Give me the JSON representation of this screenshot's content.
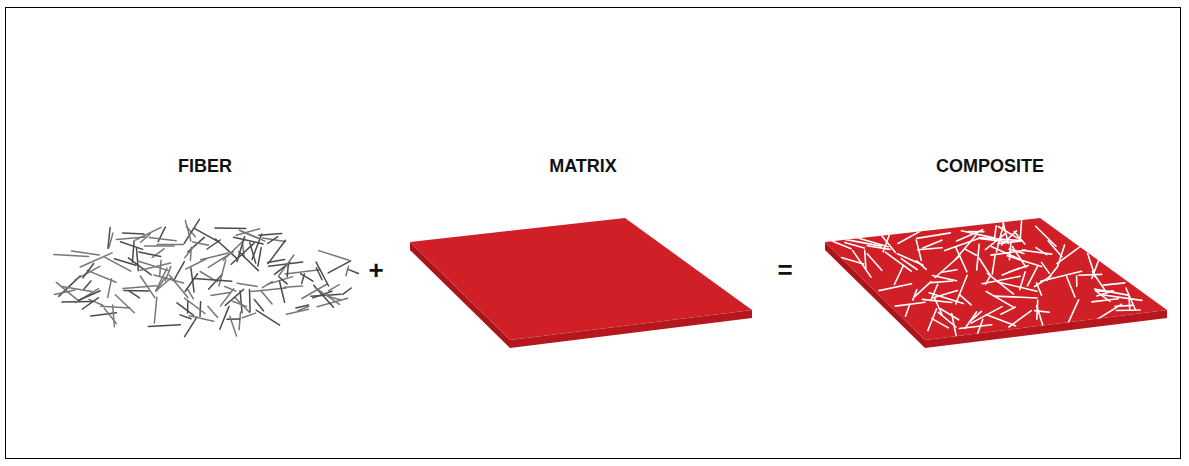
{
  "diagram": {
    "labels": [
      "FIBER",
      "MATRIX",
      "COMPOSITE",
      "+",
      "="
    ]
  }
}
